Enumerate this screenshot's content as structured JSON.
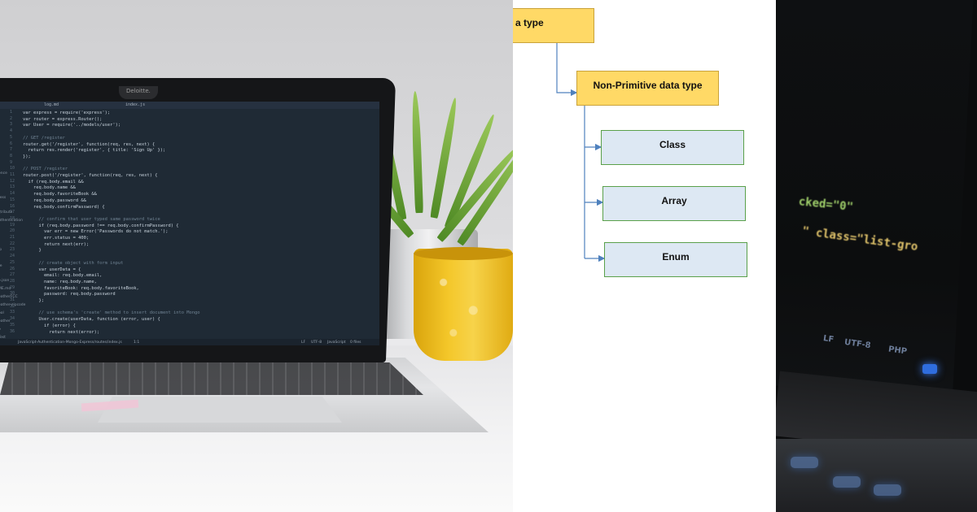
{
  "diagram": {
    "parent_node": "a type",
    "child_node": "Non-Primitive data type",
    "leaves": [
      "Class",
      "Array",
      "Enum"
    ],
    "colors": {
      "yellow_node": "#ffd966",
      "blue_node": "#dde8f3",
      "connector": "#4f81bd",
      "leaf_border": "#5aa04a"
    }
  },
  "laptop_screen": {
    "tabs": [
      "log.md",
      "index.js"
    ],
    "brand": "Deloitte.",
    "code_lines": [
      "var express = require('express');",
      "var router = express.Router();",
      "var User = require('../models/user');",
      "",
      "// GET /register",
      "router.get('/register', function(req, res, next) {",
      "  return res.render('register', { title: 'Sign Up' });",
      "});",
      "",
      "// POST /register",
      "router.post('/register', function(req, res, next) {",
      "  if (req.body.email &&",
      "    req.body.name &&",
      "    req.body.favoriteBook &&",
      "    req.body.password &&",
      "    req.body.confirmPassword) {",
      "",
      "      // confirm that user typed same password twice",
      "      if (req.body.password !== req.body.confirmPassword) {",
      "        var err = new Error('Passwords do not match.');",
      "        err.status = 400;",
      "        return next(err);",
      "      }",
      "",
      "      // create object with form input",
      "      var userData = {",
      "        email: req.body.email,",
      "        name: req.body.name,",
      "        favoriteBook: req.body.favoriteBook,",
      "        password: req.body.password",
      "      };",
      "",
      "      // use schema's 'create' method to insert document into Mongo",
      "      User.create(userData, function (error, user) {",
      "        if (error) {",
      "          return next(error);"
    ],
    "sidebar_files": [
      "ence",
      "ress",
      "_tribute",
      "uthentication",
      "jp",
      "re",
      "e.json",
      "ME.md",
      "eatherFCC",
      "eather-zipcode",
      "ool",
      "eather",
      "o",
      "Test"
    ],
    "status_path": "JavaScript-Authentication-Mongo-Express/routes/index.js",
    "status_pos": "1:1",
    "status_items": [
      "LF",
      "UTF-8",
      "JavaScript",
      "0 files"
    ]
  },
  "right_photo": {
    "code_fragments": [
      "cked=\"0\"",
      "\" class=\"list-gro"
    ],
    "status_items": [
      "LF",
      "UTF-8",
      "PHP"
    ]
  }
}
